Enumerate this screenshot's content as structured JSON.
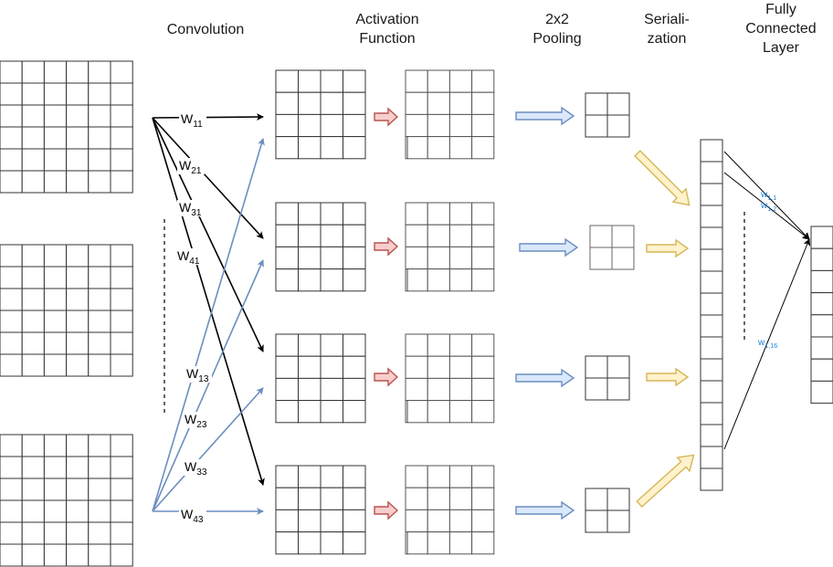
{
  "headers": {
    "convolution": "Convolution",
    "activation": "Activation\nFunction",
    "pooling": "2x2\nPooling",
    "serialization": "Seriali-\nzation",
    "fully_connected": "Fully\nConnected\nLayer"
  },
  "conv_weights": [
    {
      "base": "W",
      "sub": "11"
    },
    {
      "base": "W",
      "sub": "21"
    },
    {
      "base": "W",
      "sub": "31"
    },
    {
      "base": "W",
      "sub": "41"
    },
    {
      "base": "W",
      "sub": "13"
    },
    {
      "base": "W",
      "sub": "23"
    },
    {
      "base": "W",
      "sub": "33"
    },
    {
      "base": "W",
      "sub": "43"
    }
  ],
  "fc_weights": [
    {
      "base": "w",
      "sub": "1,1"
    },
    {
      "base": "w",
      "sub": "1,2"
    },
    {
      "base": "w",
      "sub": "1,16"
    }
  ],
  "colors": {
    "black_arrow": "#000000",
    "blue_arrow": "#6c8ebf",
    "red_arrow_fill": "#f8cecc",
    "red_arrow_stroke": "#b85450",
    "blue_block_fill": "#dae8fc",
    "blue_block_stroke": "#6c8ebf",
    "yellow_fill": "#fff2cc",
    "yellow_stroke": "#d6b656",
    "fc_label": "#1a82d8",
    "grid": "#333333"
  }
}
